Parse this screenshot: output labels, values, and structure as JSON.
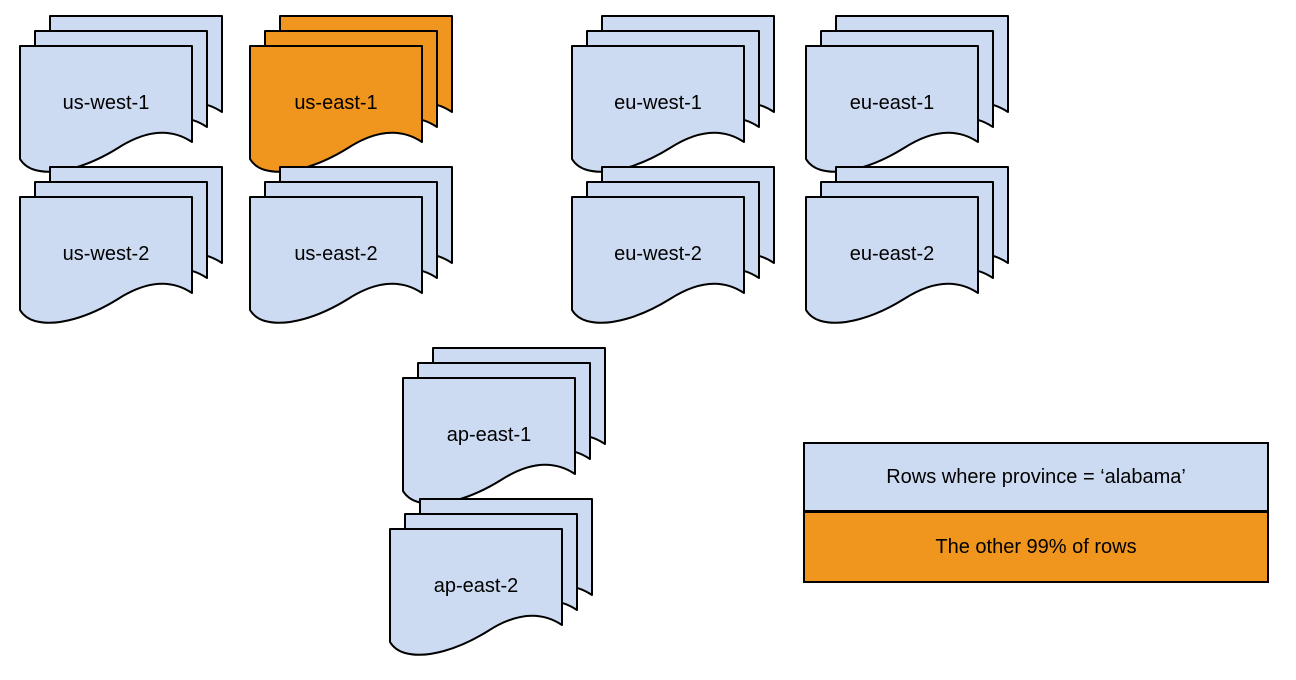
{
  "diagram": {
    "description": "Document stacks per cloud region; one region highlighted orange",
    "regions": [
      {
        "label": "us-west-1",
        "highlighted": false
      },
      {
        "label": "us-east-1",
        "highlighted": true
      },
      {
        "label": "eu-west-1",
        "highlighted": false
      },
      {
        "label": "eu-east-1",
        "highlighted": false
      },
      {
        "label": "us-west-2",
        "highlighted": false
      },
      {
        "label": "us-east-2",
        "highlighted": false
      },
      {
        "label": "eu-west-2",
        "highlighted": false
      },
      {
        "label": "eu-east-2",
        "highlighted": false
      },
      {
        "label": "ap-east-1",
        "highlighted": false
      },
      {
        "label": "ap-east-2",
        "highlighted": false
      }
    ],
    "legend": {
      "items": [
        {
          "label": "Rows where province = ‘alabama’",
          "color": "#cddbf2"
        },
        {
          "label": "The other 99% of rows",
          "color": "#f0961e"
        }
      ]
    },
    "colors": {
      "document_blue": "#cddbf2",
      "document_orange": "#f0961e",
      "stroke": "#000000",
      "background": "#ffffff"
    }
  }
}
